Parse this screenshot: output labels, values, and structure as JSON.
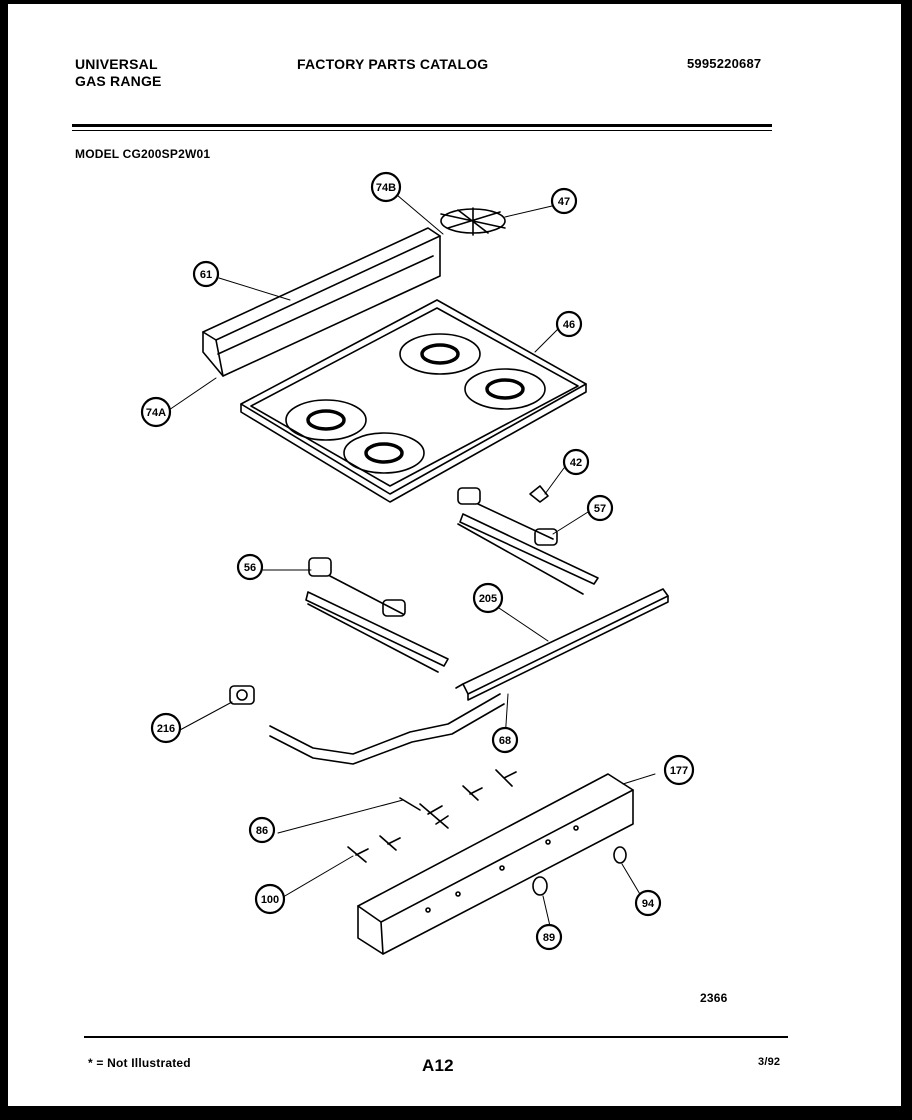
{
  "header": {
    "brand_line1": "UNIVERSAL",
    "brand_line2": "GAS RANGE",
    "catalog_title": "FACTORY PARTS CATALOG",
    "catalog_number": "5995220687",
    "model_label": "MODEL CG200SP2W01"
  },
  "diagram": {
    "parts": [
      {
        "id": "74B",
        "name": "callout-74b"
      },
      {
        "id": "47",
        "name": "callout-47"
      },
      {
        "id": "61",
        "name": "callout-61"
      },
      {
        "id": "46",
        "name": "callout-46"
      },
      {
        "id": "74A",
        "name": "callout-74a"
      },
      {
        "id": "42",
        "name": "callout-42"
      },
      {
        "id": "57",
        "name": "callout-57"
      },
      {
        "id": "56",
        "name": "callout-56"
      },
      {
        "id": "205",
        "name": "callout-205"
      },
      {
        "id": "216",
        "name": "callout-216"
      },
      {
        "id": "68",
        "name": "callout-68"
      },
      {
        "id": "177",
        "name": "callout-177"
      },
      {
        "id": "86",
        "name": "callout-86"
      },
      {
        "id": "100",
        "name": "callout-100"
      },
      {
        "id": "94",
        "name": "callout-94"
      },
      {
        "id": "89",
        "name": "callout-89"
      }
    ],
    "diagram_id": "2366"
  },
  "footer": {
    "footnote": "* = Not Illustrated",
    "page_number": "A12",
    "revision_date": "3/92"
  }
}
